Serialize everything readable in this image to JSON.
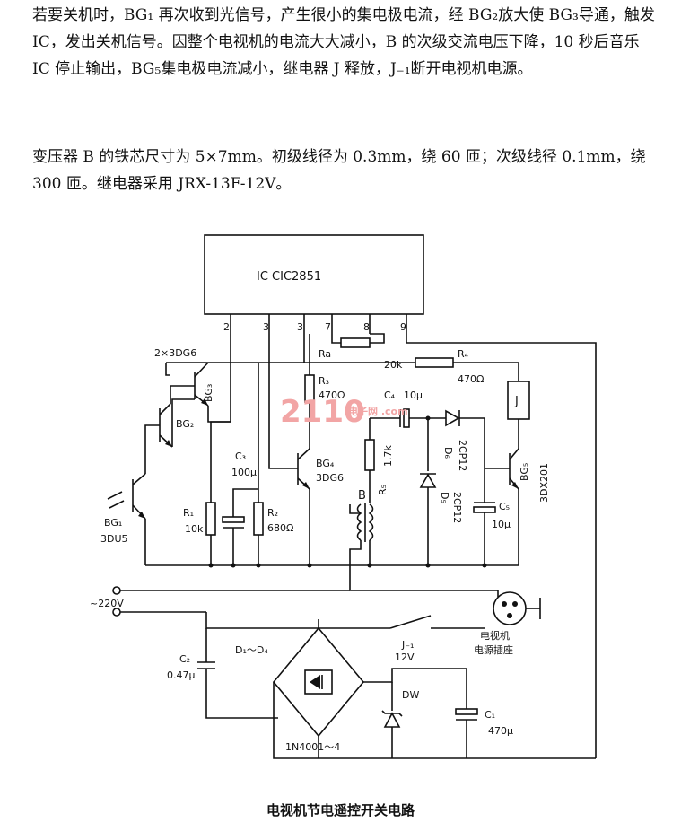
{
  "text": {
    "para1": "若要关机时，BG₁ 再次收到光信号，产生很小的集电极电流，经 BG₂放大使 BG₃导通，触发 IC，发出关机信号。因整个电视机的电流大大减小，B 的次级交流电压下降，10 秒后音乐 IC 停止输出，BG₅集电极电流减小，继电器 J 释放，J₋₁断开电视机电源。",
    "para2": "变压器 B 的铁芯尺寸为 5×7mm。初级线径为 0.3mm，绕 60 匝；次级线径 0.1mm，绕 300 匝。继电器采用 JRX-13F-12V。"
  },
  "diagram": {
    "ic_label": "IC  CIC2851",
    "pins": [
      "2",
      "3",
      "3",
      "7",
      "8",
      "9"
    ],
    "ra": "Ra",
    "r_20k": "20k",
    "r4": "R₄",
    "r4_val": "470Ω",
    "r3": "R₃",
    "r3_val": "470Ω",
    "bg_pair": "2×3DG6",
    "bg3": "BG₃",
    "bg2": "BG₂",
    "bg1": "BG₁",
    "bg1_type": "3DU5",
    "bg4": "BG₄",
    "bg4_type": "3DG6",
    "bg5": "BG₅",
    "bg5_type": "3DX201",
    "c3": "C₃",
    "c3_val": "100μ",
    "c4": "C₄",
    "c4_val": "10μ",
    "c5": "C₅",
    "c5_val": "10μ",
    "c2": "C₂",
    "c2_val": "0.47μ",
    "c1": "C₁",
    "c1_val": "470μ",
    "r1": "R₁",
    "r1_val": "10k",
    "r2": "R₂",
    "r2_val": "680Ω",
    "r5": "R₅",
    "r5_val": "1.7k",
    "d5": "D₅",
    "d5_type": "2CP12",
    "d6": "D₆",
    "d6_type": "2CP12",
    "b": "B",
    "j": "J",
    "j1": "J₋₁",
    "ac": "~220V",
    "d1d4": "D₁～D₄",
    "bridge_type": "1N4001～4",
    "dw": "DW",
    "v12": "12V",
    "socket": "电视机\n电源插座",
    "watermark": "2110",
    "watermark_small": "电子网 .com"
  },
  "caption": "电视机节电遥控开关电路"
}
